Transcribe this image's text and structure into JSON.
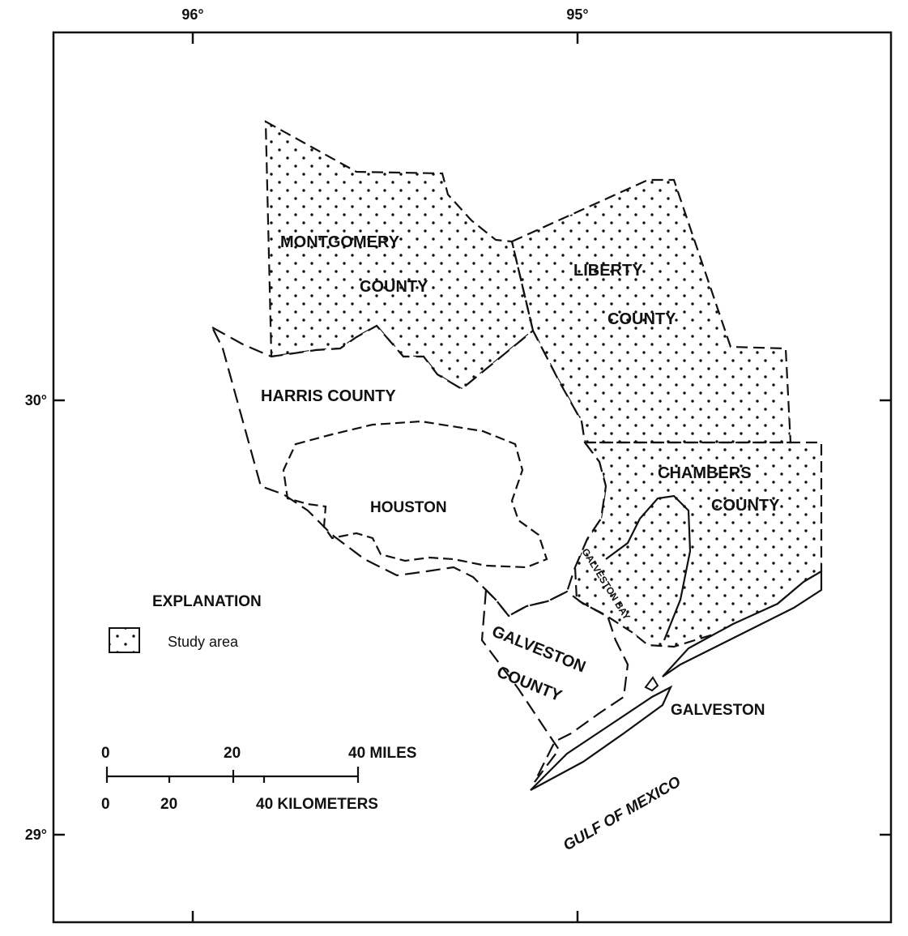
{
  "longitude_labels": {
    "left": "96°",
    "right": "95°"
  },
  "latitude_labels": {
    "upper": "30°",
    "lower": "29°"
  },
  "counties": {
    "montgomery": {
      "line1": "MONTGOMERY",
      "line2": "COUNTY"
    },
    "liberty": {
      "line1": "LIBERTY",
      "line2": "COUNTY"
    },
    "harris": {
      "label": "HARRIS COUNTY"
    },
    "chambers": {
      "line1": "CHAMBERS",
      "line2": "COUNTY"
    },
    "galveston": {
      "line1": "GALVESTON",
      "line2": "COUNTY"
    }
  },
  "places": {
    "houston": "HOUSTON",
    "galveston_city": "GALVESTON",
    "galveston_bay": "GALVESTON BAY",
    "gulf": "GULF OF MEXICO"
  },
  "legend": {
    "title": "EXPLANATION",
    "study_area": "Study area"
  },
  "scale_bar": {
    "miles_ticks": [
      "0",
      "20",
      "40 MILES"
    ],
    "km_ticks": [
      "0",
      "20",
      "40 KILOMETERS"
    ]
  },
  "colors": {
    "ink": "#111111",
    "background": "#ffffff"
  }
}
